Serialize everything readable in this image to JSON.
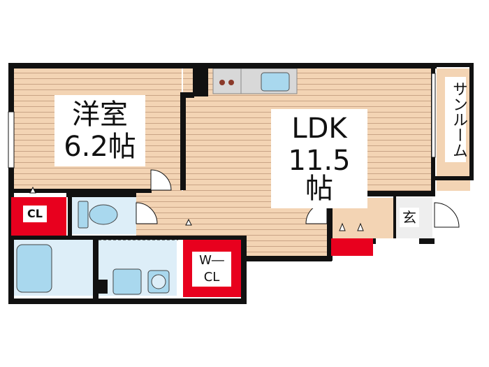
{
  "rooms": {
    "western_room": {
      "name": "洋室",
      "size": "6.2帖"
    },
    "ldk": {
      "name": "LDK",
      "size": "11.5帖"
    },
    "sunroom": {
      "name": "サンルーム"
    },
    "closet": {
      "name": "CL"
    },
    "walk_in_closet": {
      "line1": "W―",
      "line2": "CL"
    },
    "entrance": {
      "name": "玄"
    }
  },
  "colors": {
    "wall": "#111111",
    "wood_floor": "#f3d4b4",
    "wood_lines": "#c9a486",
    "tile_floor": "#ddeef8",
    "fixture_blue": "#a9d8ee",
    "storage_red": "#e8001e",
    "kitchen_gray": "#d8d8d8"
  }
}
